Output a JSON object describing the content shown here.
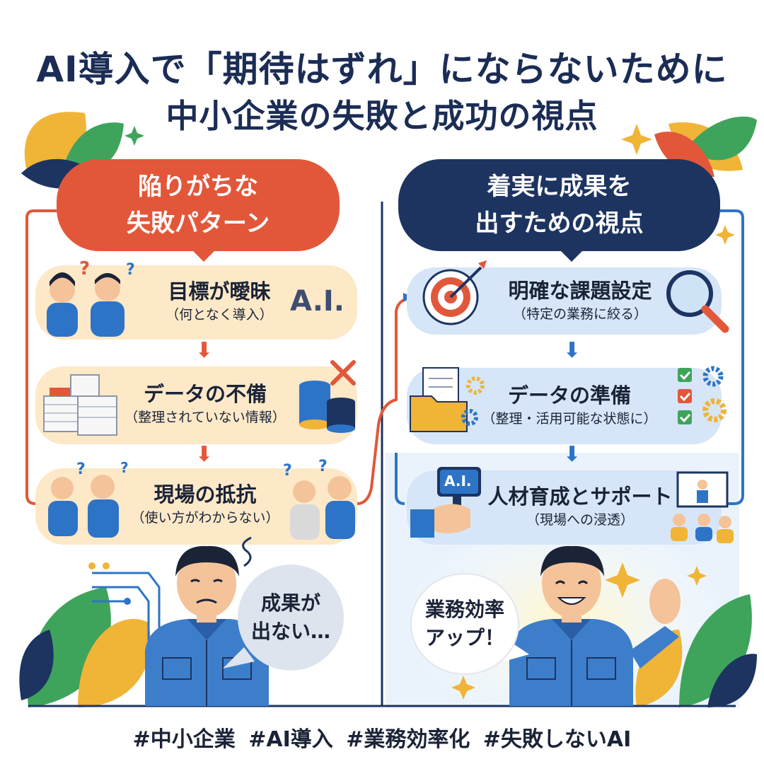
{
  "title": {
    "line1": "AI導入で「期待はずれ」にならないために",
    "line2": "中小企業の失敗と成功の視点"
  },
  "left": {
    "header": [
      "陥りがちな",
      "失敗パターン"
    ],
    "items": [
      {
        "title": "目標が曖昧",
        "sub": "（何となく導入）",
        "badge": "A.I."
      },
      {
        "title": "データの不備",
        "sub": "（整理されていない情報）"
      },
      {
        "title": "現場の抵抗",
        "sub": "（使い方がわからない）"
      }
    ],
    "bubble": [
      "成果が",
      "出ない…"
    ]
  },
  "right": {
    "header": [
      "着実に成果を",
      "出すための視点"
    ],
    "items": [
      {
        "title": "明確な課題設定",
        "sub": "（特定の業務に絞る）"
      },
      {
        "title": "データの準備",
        "sub": "（整理・活用可能な状態に）"
      },
      {
        "title": "人材育成とサポート",
        "sub": "（現場への浸透）",
        "badge": "A.I."
      }
    ],
    "bubble": [
      "業務効率",
      "アップ！"
    ]
  },
  "hashtags": "#中小企業 #AI導入 #業務効率化 #失敗しないAI",
  "colors": {
    "orange": "#e2573a",
    "navy": "#1d3461",
    "blue": "#2d74c7",
    "cream": "#fde9c8",
    "lightblue": "#d6e6f8"
  }
}
